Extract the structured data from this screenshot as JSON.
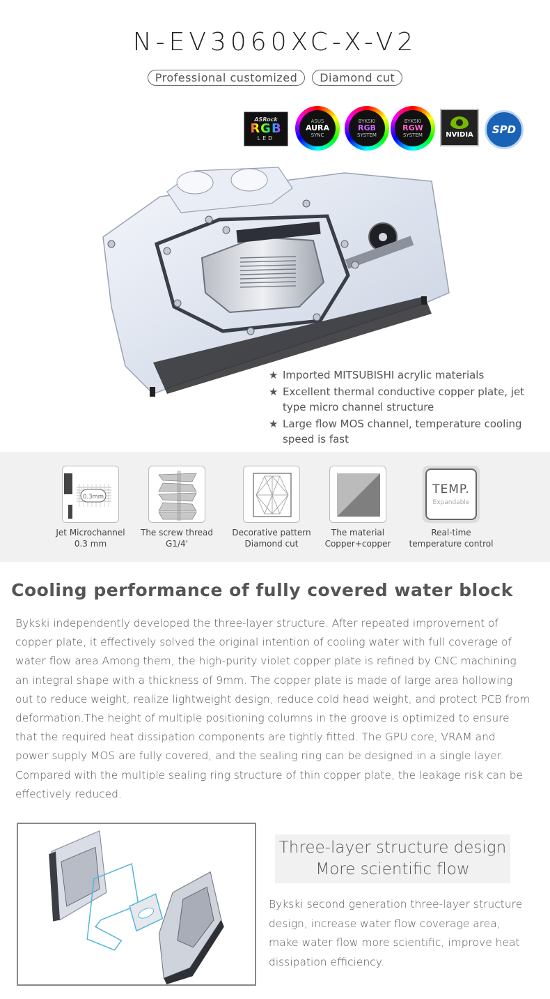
{
  "header": {
    "title": "N-EV3060XC-X-V2",
    "pills": [
      "Professional customized",
      "Diamond cut"
    ]
  },
  "logos": {
    "asrock": {
      "brand": "ASRock",
      "rgb": "RGB",
      "led": "LED"
    },
    "aura": {
      "brand": "ASUS",
      "name": "AURA",
      "sub": "SYNC"
    },
    "rgb": {
      "brand": "BYKSKI",
      "name": "RGB",
      "sub": "SYSTEM"
    },
    "rgbw": {
      "brand": "BYKSKI",
      "name": "RGW",
      "sub": "SYSTEM"
    },
    "nvidia": {
      "name": "NVIDIA"
    },
    "spd": {
      "name": "SPD"
    }
  },
  "features": [
    "Imported MITSUBISHI acrylic materials",
    "Excellent thermal conductive copper plate, jet type micro channel structure",
    "Large flow MOS channel, temperature cooling speed is fast"
  ],
  "feature_star": "★",
  "icons": {
    "microchannel_label": "0.3mm",
    "temp_title": "TEMP.",
    "temp_sub": "Expandable",
    "items": [
      {
        "line1": "Jet Microchannel",
        "line2": "0.3 mm"
      },
      {
        "line1": "The screw thread",
        "line2": "G1/4'"
      },
      {
        "line1": "Decorative pattern",
        "line2": "Diamond cut"
      },
      {
        "line1": "The material",
        "line2": "Copper+copper"
      },
      {
        "line1": "Real-time",
        "line2": "temperature control"
      }
    ]
  },
  "cooling": {
    "heading": "Cooling performance of fully covered water block",
    "body": "Bykski independently developed the three-layer structure. After repeated improvement of copper plate, it effectively solved the original intention of cooling water with full coverage of water flow area.Among them, the high-purity violet copper plate is refined by CNC machining an integral shape with a thickness of 9mm. The copper plate is made of large area hollowing out to reduce weight, realize lightweight design, reduce cold head weight, and protect PCB from deformation.The height of multiple positioning columns in the groove is optimized to ensure that the required heat dissipation components are tightly fitted. The GPU core, VRAM and power supply MOS are fully covered, and the sealing ring can be designed in a single layer. Compared with the multiple sealing ring structure of thin copper plate, the leakage risk can be effectively reduced."
  },
  "structure": {
    "heading_line1": "Three-layer structure design",
    "heading_line2": "More scientific flow",
    "body": "Bykski second generation three-layer structure design, increase water flow coverage area, make water flow more scientific, improve heat dissipation efficiency."
  },
  "colors": {
    "text": "#555555",
    "band": "#f1f1f1",
    "nvidia_green": "#76b900",
    "spd_blue": "#1a62b5"
  }
}
